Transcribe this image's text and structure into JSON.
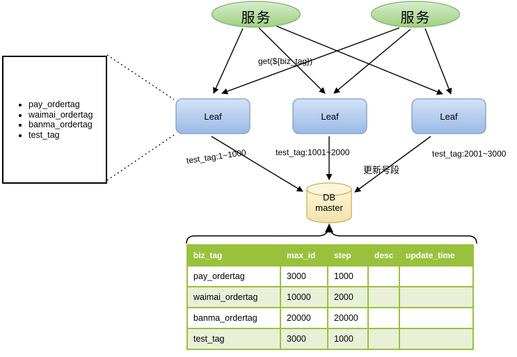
{
  "diagram": {
    "services": [
      {
        "label": "服务"
      },
      {
        "label": "服务"
      }
    ],
    "leaves": [
      {
        "label": "Leaf"
      },
      {
        "label": "Leaf"
      },
      {
        "label": "Leaf"
      }
    ],
    "db": {
      "line1": "DB",
      "line2": "master"
    },
    "edge_labels": {
      "get_request": "get(${biz_tag})",
      "leaf1_range": "test_tag:1~1000",
      "leaf2_range": "test_tag:1001~2000",
      "leaf3_range": "test_tag:2001~3000",
      "update_segment": "更新号段"
    },
    "biz_tag_list": [
      "pay_ordertag",
      "waimai_ordertag",
      "banma_ordertag",
      "test_tag"
    ]
  },
  "table": {
    "headers": [
      "biz_tag",
      "max_id",
      "step",
      "desc",
      "update_time"
    ],
    "rows": [
      [
        "pay_ordertag",
        "3000",
        "1000",
        "",
        ""
      ],
      [
        "waimai_ordertag",
        "10000",
        "2000",
        "",
        ""
      ],
      [
        "banma_ordertag",
        "20000",
        "20000",
        "",
        ""
      ],
      [
        "test_tag",
        "3000",
        "1000",
        "",
        ""
      ]
    ]
  },
  "colors": {
    "service_fill_top": "#d5e8d4",
    "service_fill_bottom": "#97d077",
    "service_stroke": "#82b366",
    "leaf_fill_top": "#d4e2f7",
    "leaf_fill_bottom": "#9bbae7",
    "leaf_stroke": "#7e9dc8",
    "db_fill_top": "#fcf5da",
    "db_fill_bottom": "#f3e2a9",
    "db_stroke": "#d0ae55",
    "table_header_bg": "#9AC13C",
    "table_alt_row_bg": "#E8F0D8",
    "table_border": "#9AC13C",
    "arrow": "#000000"
  }
}
